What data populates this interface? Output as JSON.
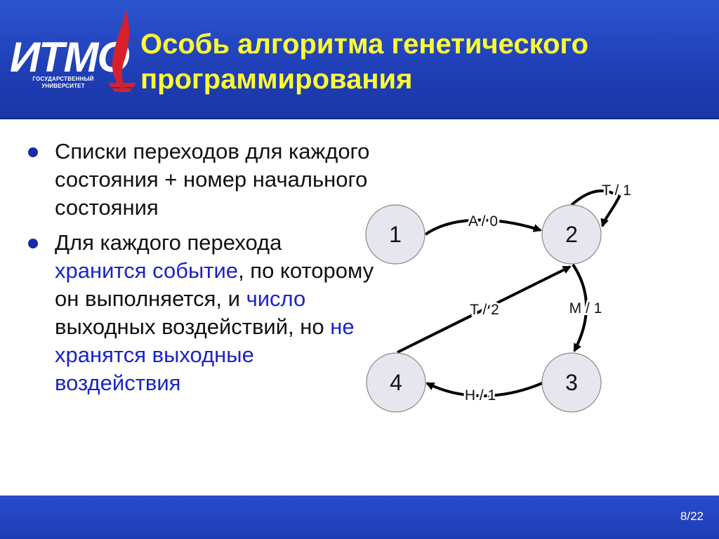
{
  "header": {
    "logo_text": "ИТМО",
    "logo_subtitle_1": "ГОСУДАРСТВЕННЫЙ",
    "logo_subtitle_2": "УНИВЕРСИТЕТ",
    "title": "Особь алгоритма генетического программирования",
    "title_color": "#ffff33",
    "bar_color": "#2040b8"
  },
  "bullets": [
    {
      "segments": [
        {
          "text": "Списки переходов для каждого состояния + номер начального состояния",
          "highlight": false
        }
      ]
    },
    {
      "segments": [
        {
          "text": "Для каждого перехода ",
          "highlight": false
        },
        {
          "text": "хранится событие",
          "highlight": true
        },
        {
          "text": ", по которому он выполняется, и ",
          "highlight": false
        },
        {
          "text": "число",
          "highlight": true
        },
        {
          "text": " выходных воздействий, но ",
          "highlight": false
        },
        {
          "text": "не хранятся выходные воздействия",
          "highlight": true
        }
      ]
    }
  ],
  "highlight_color": "#1a24c8",
  "diagram": {
    "nodes": [
      {
        "id": "1",
        "label": "1"
      },
      {
        "id": "2",
        "label": "2"
      },
      {
        "id": "3",
        "label": "3"
      },
      {
        "id": "4",
        "label": "4"
      }
    ],
    "edges": [
      {
        "from": "1",
        "to": "2",
        "label": "A / 0"
      },
      {
        "from": "2",
        "to": "2",
        "label": "T / 1"
      },
      {
        "from": "2",
        "to": "3",
        "label": "M / 1"
      },
      {
        "from": "3",
        "to": "4",
        "label": "H / 1"
      },
      {
        "from": "4",
        "to": "2",
        "label": "T / 2"
      }
    ],
    "node_fill": "#e6e6ee"
  },
  "footer": {
    "page": "8/22"
  }
}
